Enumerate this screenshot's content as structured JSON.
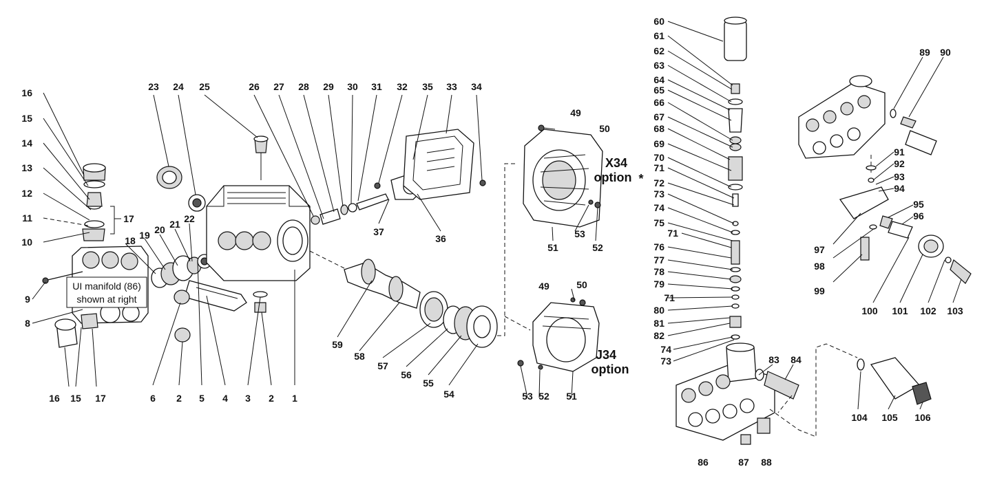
{
  "callouts": {
    "left": [
      "16",
      "15",
      "14",
      "13",
      "12",
      "11",
      "10",
      "9",
      "8",
      "16",
      "15",
      "17",
      "17",
      "18",
      "19",
      "20",
      "21",
      "22"
    ],
    "top": [
      "23",
      "24",
      "25",
      "26",
      "27",
      "28",
      "29",
      "30",
      "31",
      "32",
      "35",
      "33",
      "34"
    ],
    "bottom_center": [
      "6",
      "2",
      "5",
      "4",
      "3",
      "2",
      "1",
      "37",
      "36"
    ],
    "shaft": [
      "59",
      "58",
      "57",
      "56",
      "55",
      "54"
    ],
    "cover": [
      "49",
      "50",
      "51",
      "53",
      "52",
      "49",
      "50",
      "53",
      "52",
      "51"
    ],
    "column": [
      "60",
      "61",
      "62",
      "63",
      "64",
      "65",
      "66",
      "67",
      "68",
      "69",
      "70",
      "71",
      "72",
      "73",
      "74",
      "75",
      "71",
      "76",
      "77",
      "78",
      "79",
      "71",
      "80",
      "81",
      "82",
      "74",
      "73"
    ],
    "right": [
      "89",
      "90",
      "91",
      "92",
      "93",
      "94",
      "95",
      "96",
      "97",
      "98",
      "99",
      "100",
      "101",
      "102",
      "103",
      "83",
      "84",
      "86",
      "87",
      "88",
      "104",
      "105",
      "106"
    ]
  },
  "options": {
    "x34": [
      "X34",
      "option"
    ],
    "j34": [
      "J34",
      "option"
    ],
    "star": "*"
  },
  "note": [
    "UI manifold (86)",
    "shown at right"
  ]
}
